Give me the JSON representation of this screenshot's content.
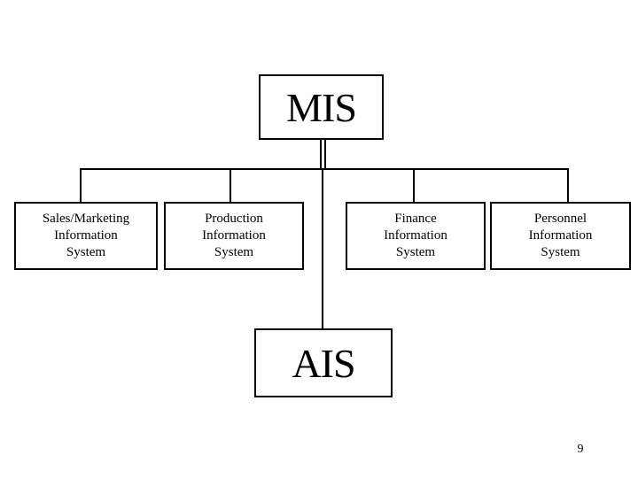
{
  "diagram": {
    "top_node": {
      "label": "MIS"
    },
    "subsystems": [
      {
        "label": "Sales/Marketing\nInformation\nSystem"
      },
      {
        "label": "Production\nInformation\nSystem"
      },
      {
        "label": "Finance\nInformation\nSystem"
      },
      {
        "label": "Personnel\nInformation\nSystem"
      }
    ],
    "bottom_node": {
      "label": "AIS"
    }
  },
  "slide": {
    "page_number": "9"
  }
}
